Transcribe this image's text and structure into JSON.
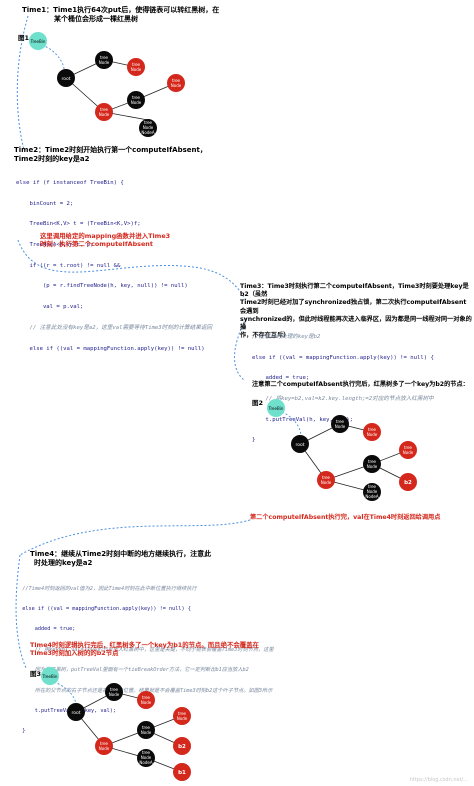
{
  "time1": {
    "line1": "Time1：Time1执行64次put后，使得链表可以转红黑树，在",
    "line2": "某个桶位会形成一棵红黑树",
    "fig": "图1"
  },
  "time2": {
    "line1": "Time2：Time2时刻开始执行第一个computeIfAbsent，",
    "line2": "Time2时刻的key是a2",
    "code": [
      "else if (f instanceof TreeBin) {",
      "    binCount = 2;",
      "    TreeBin<K,V> t = (TreeBin<K,V>)f;",
      "    TreeNode<K,V> r, p;",
      "    if ((r = t.root) != null &&",
      "        (p = r.findTreeNode(h, key, null)) != null)",
      "        val = p.val;",
      "    // 注意此处没有key是a2，这里val需要等待Time3时刻的计算结果返回",
      "    else if ((val = mappingFunction.apply(key)) != null)"
    ],
    "call_note1": "这里调用给定的mapping函数并进入Time3",
    "call_note2": "时刻：执行第二个computeIfAbsent"
  },
  "time3": {
    "line1": "Time3：Time3时刻执行第二个computeIfAbsent，Time3时刻要处理key是b2（虽然",
    "line2": "Time2时刻已经对加了synchronized独占锁，第二次执行computeIfAbsent会遇到",
    "line3": "synchronized的，但此时线程能再次进入临界区，因为都是同一线程对同一对象的操",
    "line4": "作，不存在互斥）",
    "code": [
      "//注意此时处理的key是b2",
      "else if ((val = mappingFunction.apply(key)) != null) {",
      "    added = true;",
      "    // 将key=b2,val=k2.key.length;=2对应的节点放入红黑树中",
      "    t.putTreeVal(h, key, val);",
      "}"
    ],
    "after": "注意第二个computeIfAbsent执行完后，红黑树多了一个key为b2的节点：",
    "fig": "图2",
    "return_note": "第二个computeIfAbsent执行完，val在Time4时刻返回给调用点"
  },
  "time4": {
    "line1": "Time4：继续从Time2时刻中断的地方继续执行，注意此",
    "line2": "时处理的key是a2",
    "code": [
      "  //Time4时刻返回的val值为2，因此Time4时刻在此中断位置执行继续执行",
      "  else if ((val = mappingFunction.apply(key)) != null) {",
      "      added = true;",
      "      // 用key=b1,val=2对应的节点放入红黑树中，这里是关键，不同于链表会覆盖Time3时刻节点，这里",
      "      因为是红黑树，putTreeVal里面有一个tieBreakOrder方法，它一定判断出b1应当放入b2",
      "      所在的父节点的右子节点还是右子节点位置。结果就是不会覆盖Time3时刻b2这个叶子节点。如图3所示",
      "      t.putTreeVal(h, key, val);",
      "  }"
    ],
    "summary1": "Time4时刻逻辑执行完后，红黑树多了一个key为b1的节点。而且绝不会覆盖在",
    "summary2": "Time3时刻加入树的的b2节点",
    "fig": "图3"
  },
  "nodes": {
    "treebin": "TreeBin",
    "root": "root",
    "tree": "tree",
    "node": "Node",
    "nodea": "NodeA",
    "b2": "b2",
    "b1": "b1"
  },
  "watermark": "https://blog.csdn.net/...",
  "colors": {
    "black_node": "#0a0a0a",
    "red_node": "#d4281c",
    "bin_node": "#6fe0cc",
    "dashed_line": "#4a8fe0",
    "accent_text": "#d4281c"
  }
}
